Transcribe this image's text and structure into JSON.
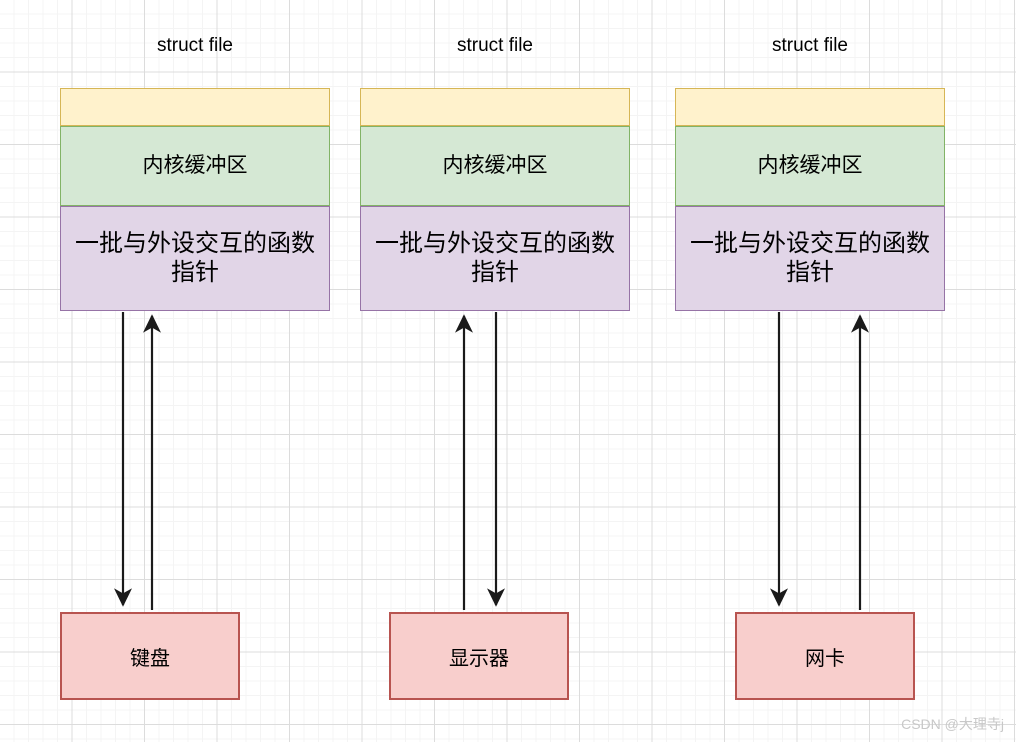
{
  "diagram": {
    "background": {
      "grid_minor_color": "#f4f4f4",
      "grid_major_color": "#dcdcdc",
      "page_color": "#ffffff"
    },
    "colors": {
      "header_fill": "#fff2cc",
      "header_stroke": "#d6b656",
      "buffer_fill": "#d5e8d4",
      "buffer_stroke": "#82b366",
      "ops_fill": "#e1d5e7",
      "ops_stroke": "#9673a6",
      "device_fill": "#f8cecc",
      "device_stroke": "#b85450",
      "arrow_color": "#1a1a1a"
    },
    "columns": [
      {
        "title": "struct file",
        "header_label": "",
        "buffer_label": "内核缓冲区",
        "ops_label": "一批与外设交互的函数指针",
        "device_label": "键盘",
        "arrows": [
          {
            "name": "file-to-device",
            "direction": "down"
          },
          {
            "name": "device-to-file",
            "direction": "up"
          }
        ]
      },
      {
        "title": "struct file",
        "header_label": "",
        "buffer_label": "内核缓冲区",
        "ops_label": "一批与外设交互的函数指针",
        "device_label": "显示器",
        "arrows": [
          {
            "name": "device-to-file",
            "direction": "up"
          },
          {
            "name": "file-to-device",
            "direction": "down"
          }
        ]
      },
      {
        "title": "struct file",
        "header_label": "",
        "buffer_label": "内核缓冲区",
        "ops_label": "一批与外设交互的函数指针",
        "device_label": "网卡",
        "arrows": [
          {
            "name": "file-to-device",
            "direction": "down"
          },
          {
            "name": "device-to-file",
            "direction": "up"
          }
        ]
      }
    ],
    "watermark": "CSDN @大理寺j"
  }
}
